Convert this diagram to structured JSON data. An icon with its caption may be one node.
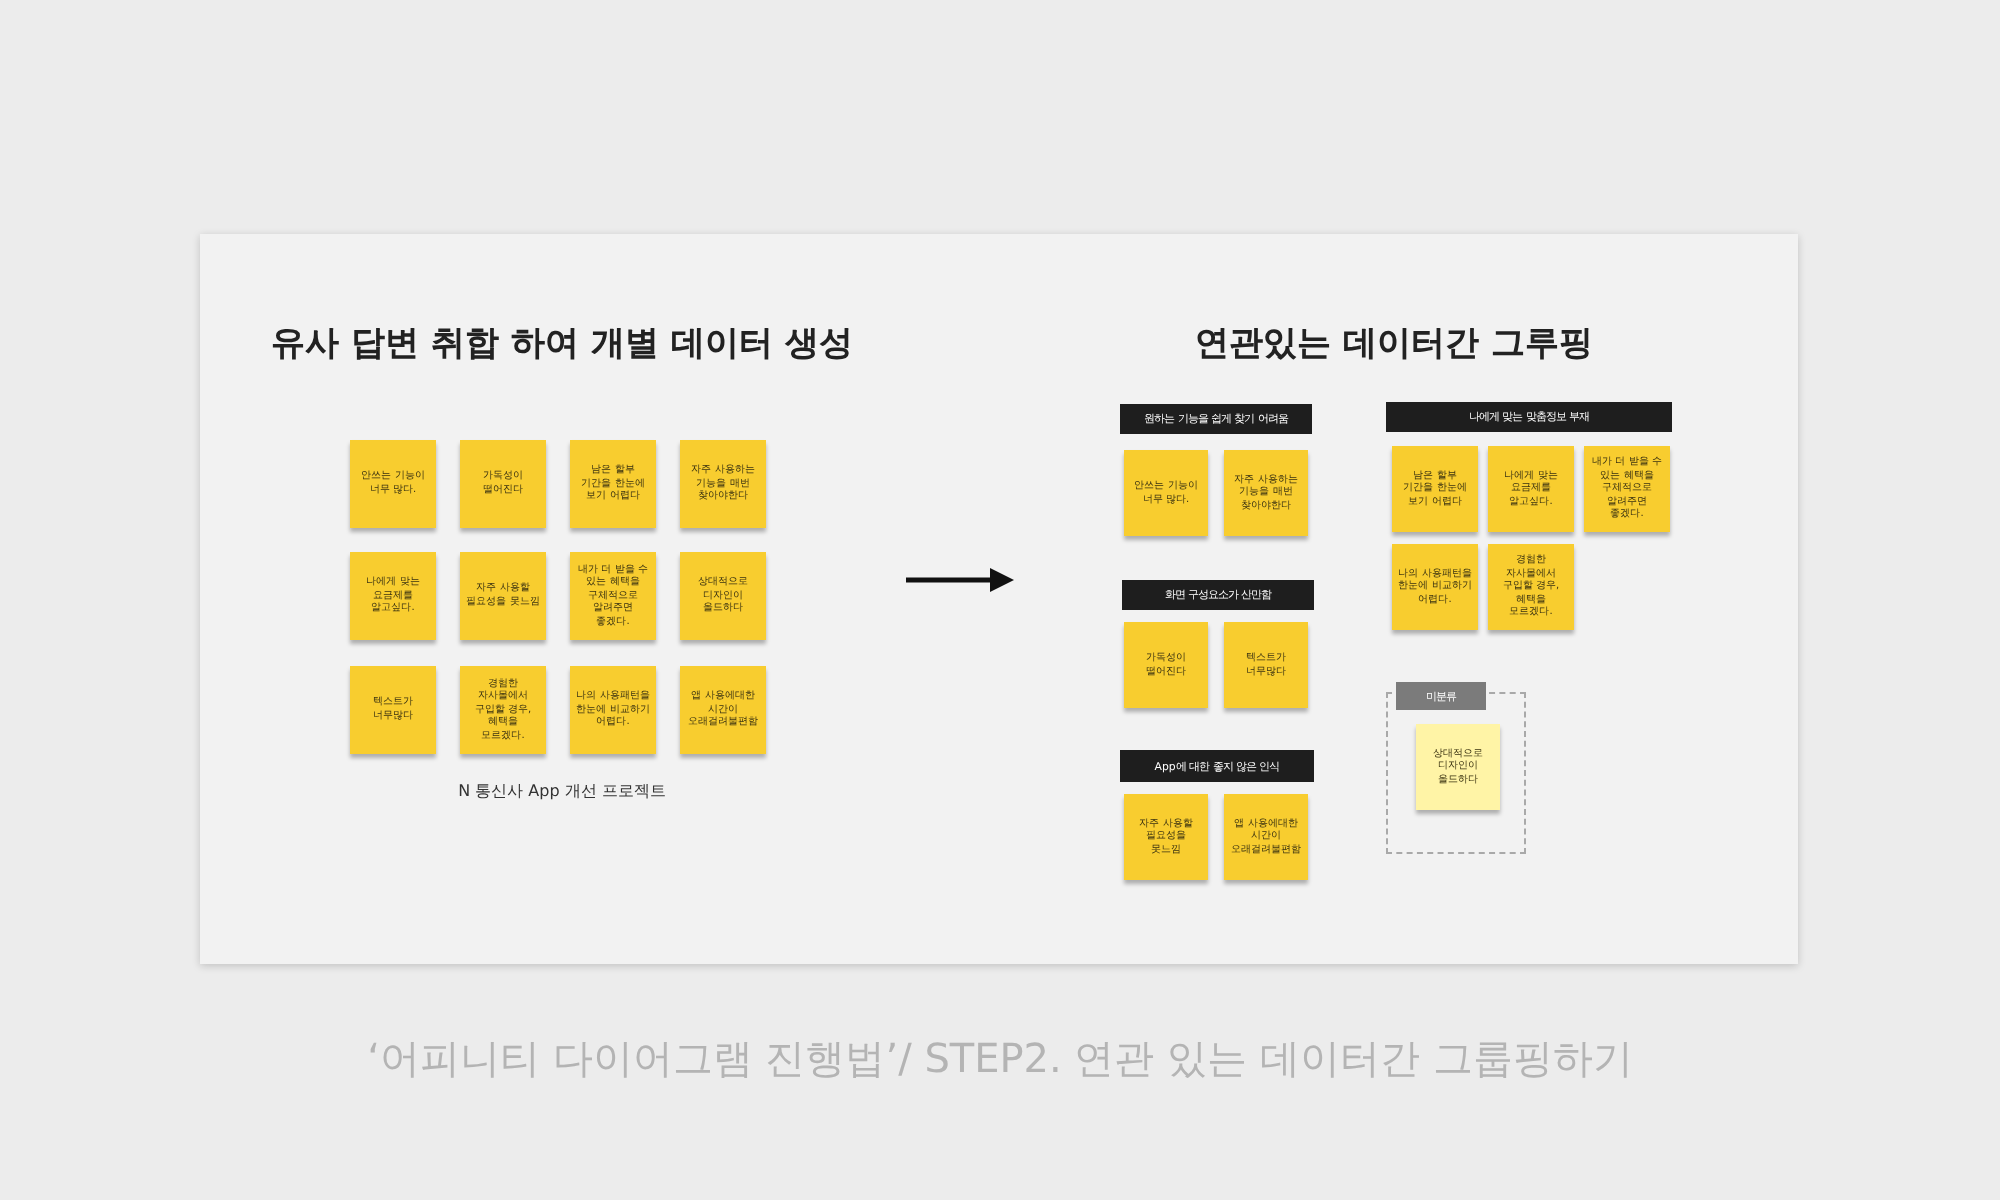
{
  "diagram": {
    "caption": "‘어피니티 다이어그램 진행법’/ STEP2. 연관 있는 데이터간 그룹핑하기",
    "nodes": [
      {
        "text": [
          "안쓰는 기능이 너무 많다."
        ]
      },
      {
        "text": [
          "가독성이 떨어진다"
        ]
      },
      {
        "text": [
          "남은 할부 기간을 한눈에 보기 어렵다"
        ]
      },
      {
        "text": [
          "자주 사용하는 기능을 매번 찾아야한다"
        ]
      },
      {
        "text": [
          "나에게 맞는 요금제를 알고싶다."
        ]
      },
      {
        "text": [
          "자주 사용할 필요성을 못느낌"
        ]
      },
      {
        "text": [
          "내가 더 받을 수 있는 혜택을 구체적으로 알려주면 좋겠다."
        ]
      },
      {
        "text": [
          "상대적으로 디자인이 올드하다"
        ]
      },
      {
        "text": [
          "텍스트가 너무많다"
        ]
      },
      {
        "text": [
          "경험한 자사몰에서 구입할 경우, 혜택을 모르겠다."
        ]
      },
      {
        "text": [
          "나의 사용패턴을 한눈에 비교하기 어렵다."
        ]
      },
      {
        "text": [
          "앱 사용에대한 시간이 오래걸려불편함"
        ]
      },
      {
        "text": [
          "원하는 기능을 쉽게 찾기 어려움"
        ]
      },
      {
        "text": [
          "안쓰는 기능이 너무 많다."
        ]
      },
      {
        "text": [
          "자주 사용하는 기능을 매번 찾아야한다"
        ]
      },
      {
        "text": [
          "화면 구성요소가 산만함"
        ]
      },
      {
        "text": [
          "가독성이 떨어진다"
        ]
      },
      {
        "text": [
          "텍스트가 너무많다"
        ]
      },
      {
        "text": [
          "App에 대한 좋지 않은 인식"
        ]
      },
      {
        "text": [
          "자주 사용할 필요성을 못느낌"
        ]
      },
      {
        "text": [
          "앱 사용에대한 시간이 오래걸려불편함"
        ]
      },
      {
        "text": [
          "나에게 맞는 맞춤정보 부재"
        ]
      },
      {
        "text": [
          "남은 할부 기간을 한눈에 보기 어렵다"
        ]
      },
      {
        "text": [
          "나에게 맞는 요금제를 알고싶다."
        ]
      },
      {
        "text": [
          "내가 더 받을 수 있는 혜택을 구체적으로 알려주면 좋겠다."
        ]
      },
      {
        "text": [
          "나의 사용패턴을 한눈에 비교하기 어렵다."
        ]
      },
      {
        "text": [
          "경험한 자사몰에서 구입할 경우, 혜택을 모르겠다."
        ]
      },
      {
        "text": [
          "미분류"
        ]
      },
      {
        "text": [
          "상대적으로 디자인이 올드하다"
        ],
        "in": 27
      }
    ],
    "labels": [
      "유사 답변 취합 하여 개별 데이터 생성",
      "N 통신사 App 개선 프로젝트",
      "연관있는 데이터간 그루핑"
    ]
  }
}
